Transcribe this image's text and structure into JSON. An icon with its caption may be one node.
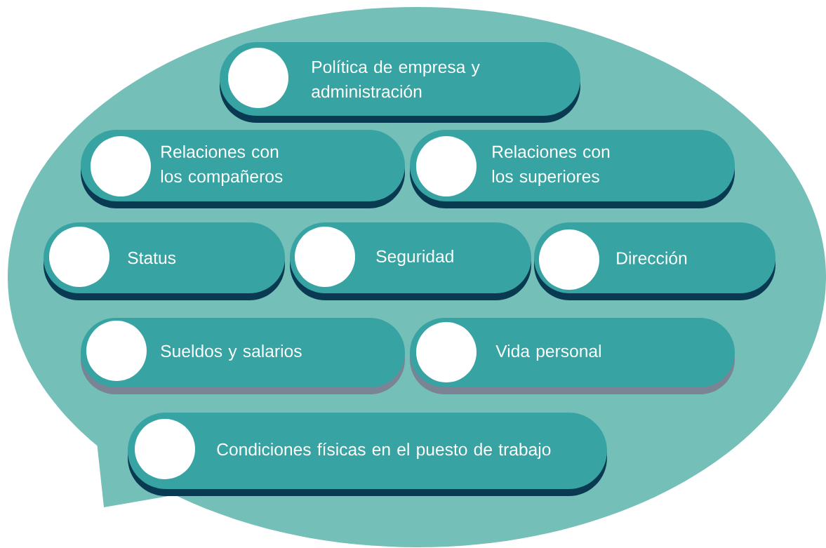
{
  "diagram": {
    "nodes": [
      {
        "text": [],
        "shape": "speech-bubble"
      },
      {
        "text": [
          "Política de empresa y administración"
        ],
        "in": 0
      },
      {
        "text": [
          "Relaciones con los compañeros"
        ],
        "in": 0
      },
      {
        "text": [
          "Relaciones con los superiores"
        ],
        "in": 0
      },
      {
        "text": [
          "Status"
        ],
        "in": 0
      },
      {
        "text": [
          "Seguridad"
        ],
        "in": 0
      },
      {
        "text": [
          "Dirección"
        ],
        "in": 0
      },
      {
        "text": [
          "Sueldos y salarios"
        ],
        "in": 0
      },
      {
        "text": [
          "Vida personal"
        ],
        "in": 0
      },
      {
        "text": [
          "Condiciones físicas en el puesto de trabajo"
        ],
        "in": 0
      }
    ],
    "edges": []
  }
}
